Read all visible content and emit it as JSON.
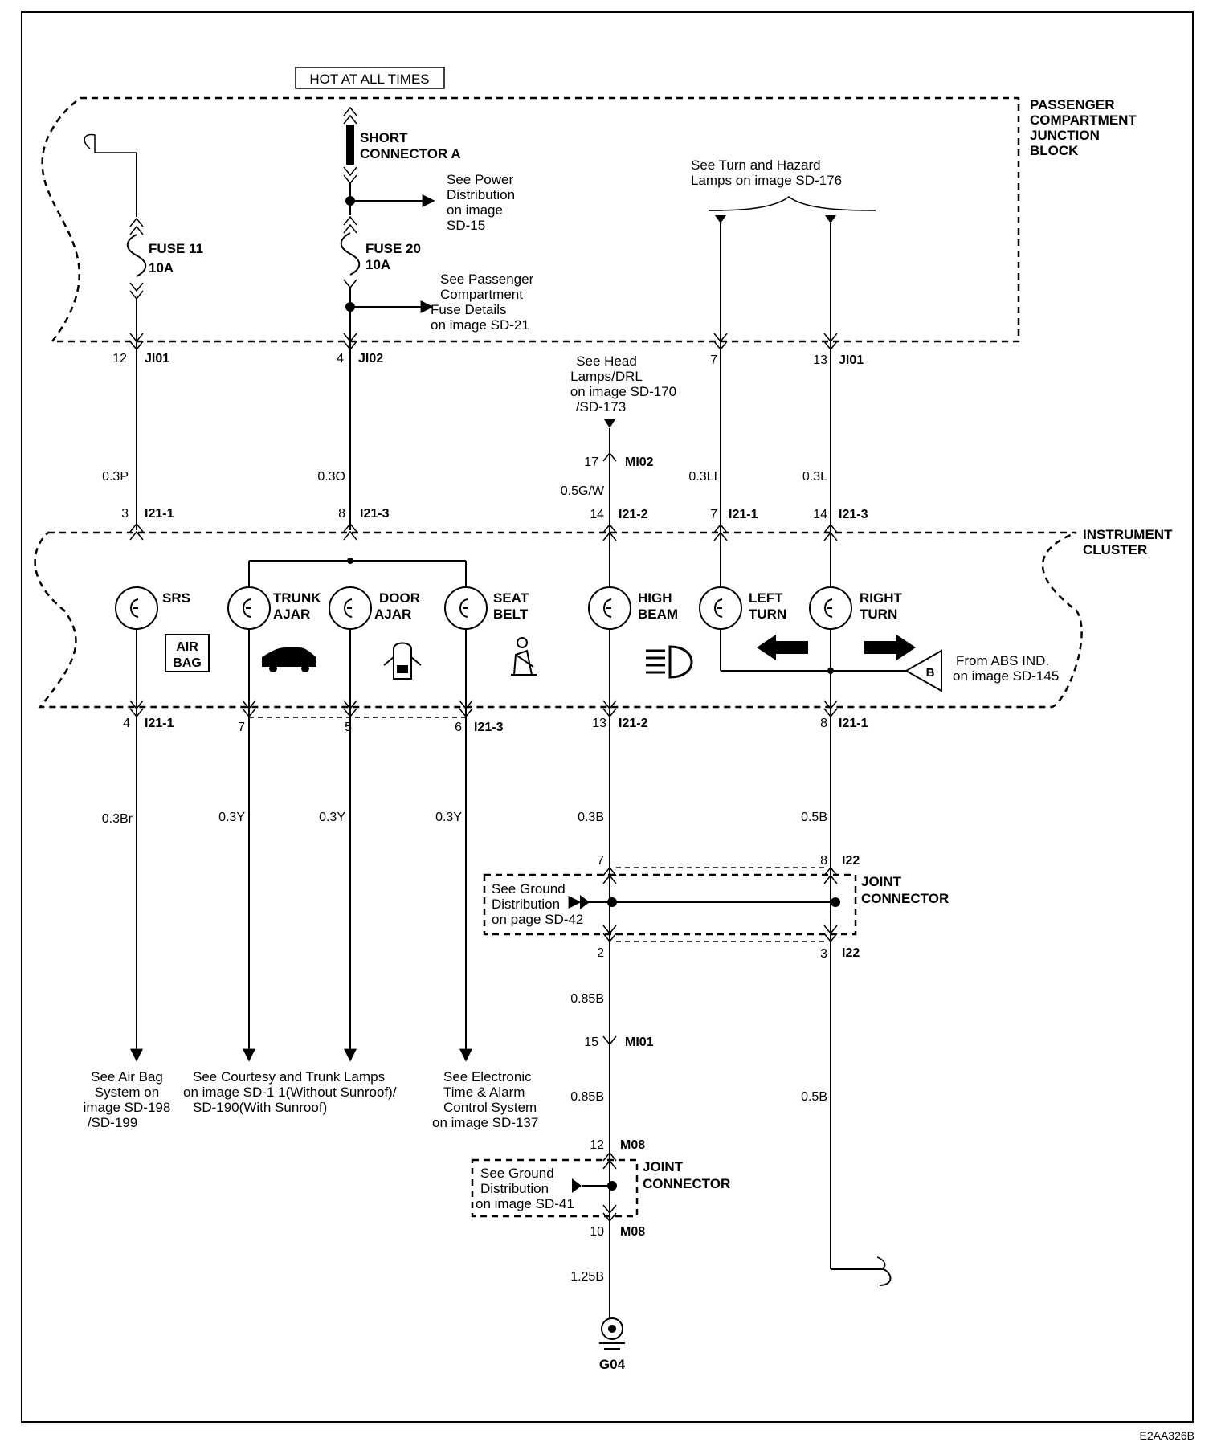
{
  "header": {
    "hot": "HOT AT ALL TIMES"
  },
  "pcjb": {
    "l1": "PASSENGER",
    "l2": "COMPARTMENT",
    "l3": "JUNCTION",
    "l4": "BLOCK"
  },
  "cluster_label": {
    "l1": "INSTRUMENT",
    "l2": "CLUSTER"
  },
  "short_connector": {
    "l1": "SHORT",
    "l2": "CONNECTOR A"
  },
  "refs": {
    "power": {
      "l1": "See Power",
      "l2": "Distribution",
      "l3": "on image",
      "l4": "SD-15"
    },
    "fuse_details": {
      "l1": "See Passenger",
      "l2": "Compartment",
      "l3": "Fuse Details",
      "l4": "on image SD-21"
    },
    "turn_hazard": {
      "l1": "See Turn and Hazard",
      "l2": "Lamps on image SD-176"
    },
    "head_lamps": {
      "l1": "See Head",
      "l2": "Lamps/DRL",
      "l3": "on image SD-170",
      "l4": "/SD-173"
    },
    "abs": {
      "l1": "From ABS IND.",
      "l2": "on image SD-145"
    },
    "airbag": {
      "l1": "See Air Bag",
      "l2": "System on",
      "l3": "image SD-198",
      "l4": "/SD-199"
    },
    "courtesy": {
      "l1": "See Courtesy and Trunk Lamps",
      "l2": "on image SD-1   1(Without Sunroof)/",
      "l3": "SD-190(With Sunroof)"
    },
    "etacs": {
      "l1": "See Electronic",
      "l2": "Time & Alarm",
      "l3": "Control System",
      "l4": "on image SD-137"
    },
    "ground42": {
      "l1": "See Ground",
      "l2": "Distribution",
      "l3": "on page SD-42"
    },
    "ground41": {
      "l1": "See Ground",
      "l2": "Distribution",
      "l3": "on image SD-41"
    }
  },
  "fuses": {
    "f11": {
      "name": "FUSE 11",
      "rating": "10A"
    },
    "f20": {
      "name": "FUSE 20",
      "rating": "10A"
    }
  },
  "connectors": {
    "ji01": "JI01",
    "ji02": "JI02",
    "i21_1": "I21-1",
    "i21_2": "I21-2",
    "i21_3": "I21-3",
    "mi02": "MI02",
    "mi01": "MI01",
    "i22": "I22",
    "m08": "M08",
    "g04": "G04",
    "badge_b": "B"
  },
  "pins": {
    "p12": "12",
    "p4": "4",
    "p7": "7",
    "p13": "13",
    "p17": "17",
    "p3": "3",
    "p8": "8",
    "p14a": "14",
    "p7b": "7",
    "p14b": "14",
    "p4b": "4",
    "p7c": "7",
    "p5": "5",
    "p6": "6",
    "p13b": "13",
    "p8b": "8",
    "p7d": "7",
    "p8c": "8",
    "p2": "2",
    "p3b": "3",
    "p15": "15",
    "p12b": "12",
    "p10": "10"
  },
  "wires": {
    "w1": "0.3P",
    "w2": "0.3O",
    "w3": "0.5G/W",
    "w4": "0.3LI",
    "w5": "0.3L",
    "w6": "0.3Br",
    "w7": "0.3Y",
    "w8": "0.3Y",
    "w9": "0.3Y",
    "w10": "0.3B",
    "w11": "0.5B",
    "w12": "0.85B",
    "w13": "0.85B",
    "w14": "0.5B",
    "w15": "1.25B"
  },
  "lamps": {
    "srs": "SRS",
    "trunk1": "TRUNK",
    "trunk2": "AJAR",
    "door1": "DOOR",
    "door2": "AJAR",
    "seat1": "SEAT",
    "seat2": "BELT",
    "high1": "HIGH",
    "high2": "BEAM",
    "left1": "LEFT",
    "left2": "TURN",
    "right1": "RIGHT",
    "right2": "TURN",
    "airbag1": "AIR",
    "airbag2": "BAG"
  },
  "joint": {
    "l1": "JOINT",
    "l2": "CONNECTOR"
  },
  "footer": {
    "code": "E2AA326B"
  }
}
